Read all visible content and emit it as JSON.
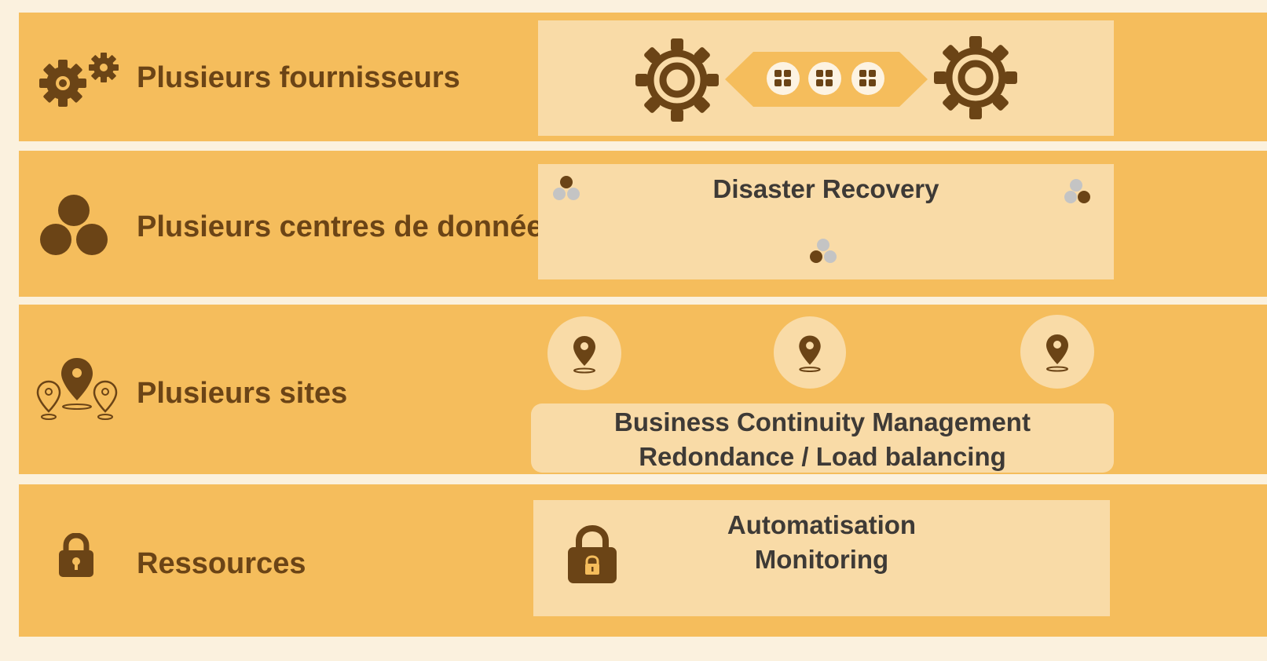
{
  "rows": [
    {
      "label": "Plusieurs fournisseurs",
      "icon": "gears-icon"
    },
    {
      "label": "Plusieurs centres de données",
      "icon": "datacenter-cluster-icon",
      "panel": {
        "title": "Disaster Recovery"
      }
    },
    {
      "label": "Plusieurs sites",
      "icon": "location-pins-icon",
      "panel": {
        "line1": "Business Continuity Management",
        "line2": "Redondance / Load balancing"
      }
    },
    {
      "label": "Ressources",
      "icon": "padlock-icon",
      "panel": {
        "line1": "Automatisation",
        "line2": "Monitoring"
      }
    }
  ],
  "colors": {
    "page_background": "#fbf1de",
    "band": "#f5bd5c",
    "panel": "#f9dba7",
    "icon_brown": "#6b4416",
    "panel_text": "#3e3a36",
    "node_grey": "#c4c4c4"
  }
}
